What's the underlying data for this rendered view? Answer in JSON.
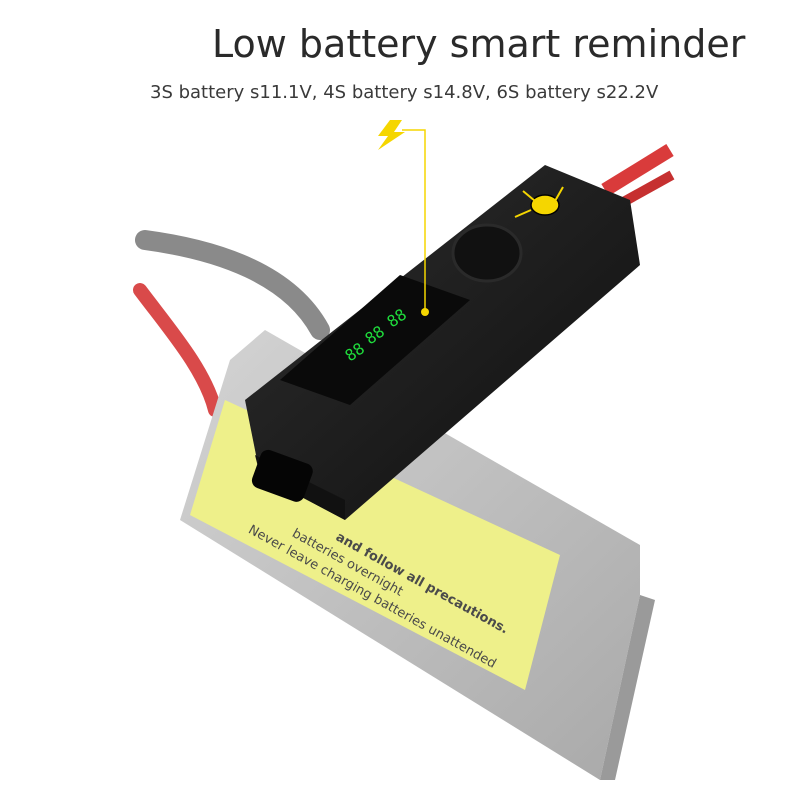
{
  "header": {
    "title": "Low battery smart reminder",
    "subtitle": "3S battery s11.1V, 4S battery s14.8V, 6S battery s22.2V"
  },
  "product": {
    "display_digits": [
      "88",
      "88",
      "88"
    ],
    "accent_color": "#f5d600",
    "screen_color": "#1fdc3c",
    "body_color": "#1c1c1c"
  },
  "battery_label": {
    "lines": [
      "and follow all precautions.",
      "Never leave charging batteries unattended",
      "batteries overnight"
    ],
    "label_color": "#eef08a"
  },
  "icons": [
    "lightning-icon",
    "bee-logo-icon",
    "power-button-icon"
  ]
}
